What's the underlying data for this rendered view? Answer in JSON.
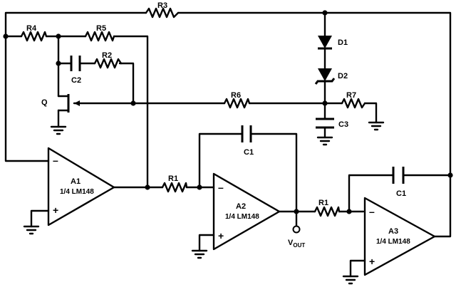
{
  "resistors": {
    "r1a": "R1",
    "r1b": "R1",
    "r2": "R2",
    "r3": "R3",
    "r4": "R4",
    "r5": "R5",
    "r6": "R6",
    "r7": "R7"
  },
  "capacitors": {
    "c1a": "C1",
    "c1b": "C1",
    "c2": "C2",
    "c3": "C3"
  },
  "diodes": {
    "d1": "D1",
    "d2": "D2"
  },
  "transistor": {
    "q": "Q"
  },
  "opamps": {
    "a1": {
      "name": "A1",
      "part": "1/4 LM148"
    },
    "a2": {
      "name": "A2",
      "part": "1/4 LM148"
    },
    "a3": {
      "name": "A3",
      "part": "1/4 LM148"
    }
  },
  "signs": {
    "minus": "–",
    "plus": "+"
  },
  "output": {
    "v": "V",
    "sub": "OUT"
  }
}
